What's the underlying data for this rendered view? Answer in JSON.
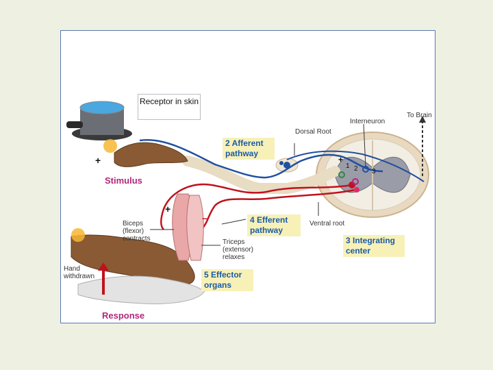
{
  "labels": {
    "receptor": "Receptor in skin",
    "interneuron": "Interneuron",
    "to_brain": "To Brain",
    "dorsal_root": "Dorsal Root",
    "ventral_root": "Ventral root",
    "biceps": "Biceps (flexor) contracts",
    "triceps": "Triceps (extensor) relaxes",
    "hand_withdrawn": "Hand withdrawn"
  },
  "steps": {
    "stimulus": "Stimulus",
    "afferent": "2 Afferent pathway",
    "efferent": "4 Efferent pathway",
    "integrating": "3 Integrating center",
    "effector": "5 Effector organs",
    "response": "Response"
  },
  "signs": {
    "plus": "+",
    "minus": "–"
  },
  "synapse_numbers": {
    "one": "1",
    "two": "2",
    "three": "3"
  },
  "colors": {
    "afferent": "#1f4fa0",
    "efferent": "#c0121c",
    "step_text": "#1a5aa8",
    "title_text": "#b3267a",
    "box_bg": "#f7f1b8"
  }
}
